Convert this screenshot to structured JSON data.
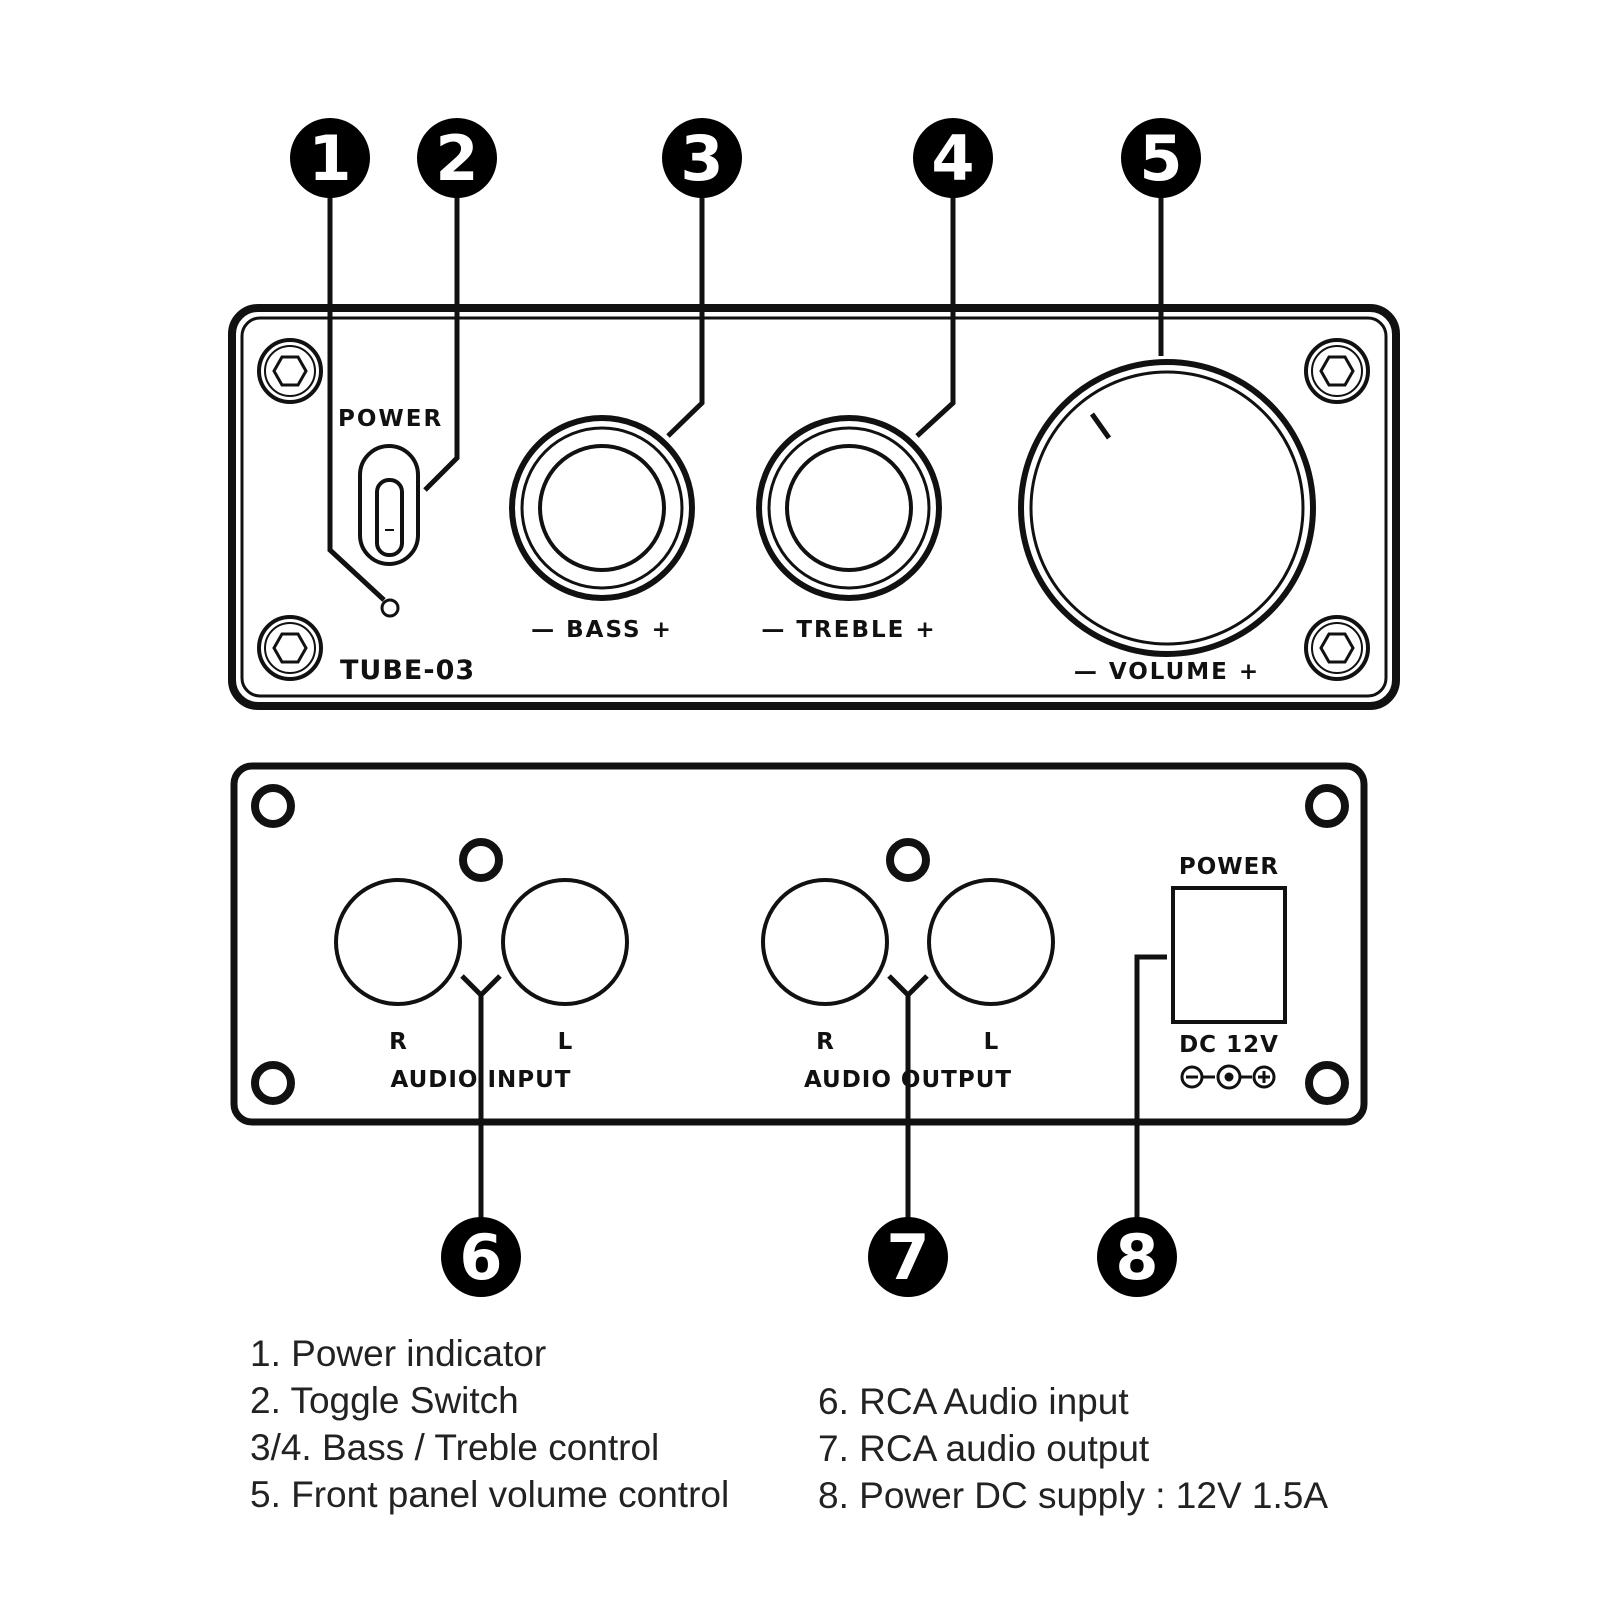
{
  "front_panel": {
    "power_label": "POWER",
    "bass_label": "— BASS +",
    "treble_label": "— TREBLE +",
    "volume_label": "— VOLUME +",
    "model": "TUBE-03"
  },
  "rear_panel": {
    "input_r": "R",
    "input_l": "L",
    "input_label": "AUDIO INPUT",
    "output_r": "R",
    "output_l": "L",
    "output_label": "AUDIO OUTPUT",
    "power_label": "POWER",
    "dc_label": "DC 12V"
  },
  "callouts": [
    "1",
    "2",
    "3",
    "4",
    "5",
    "6",
    "7",
    "8"
  ],
  "legend": {
    "left": [
      "1. Power indicator",
      "2. Toggle Switch",
      "3/4. Bass / Treble control",
      "5. Front panel volume control"
    ],
    "right": [
      "6. RCA Audio input",
      "7. RCA audio output",
      "8. Power DC supply : 12V 1.5A"
    ]
  },
  "colors": {
    "ink": "#111111",
    "badge": "#000000",
    "legend_text": "#222222"
  }
}
